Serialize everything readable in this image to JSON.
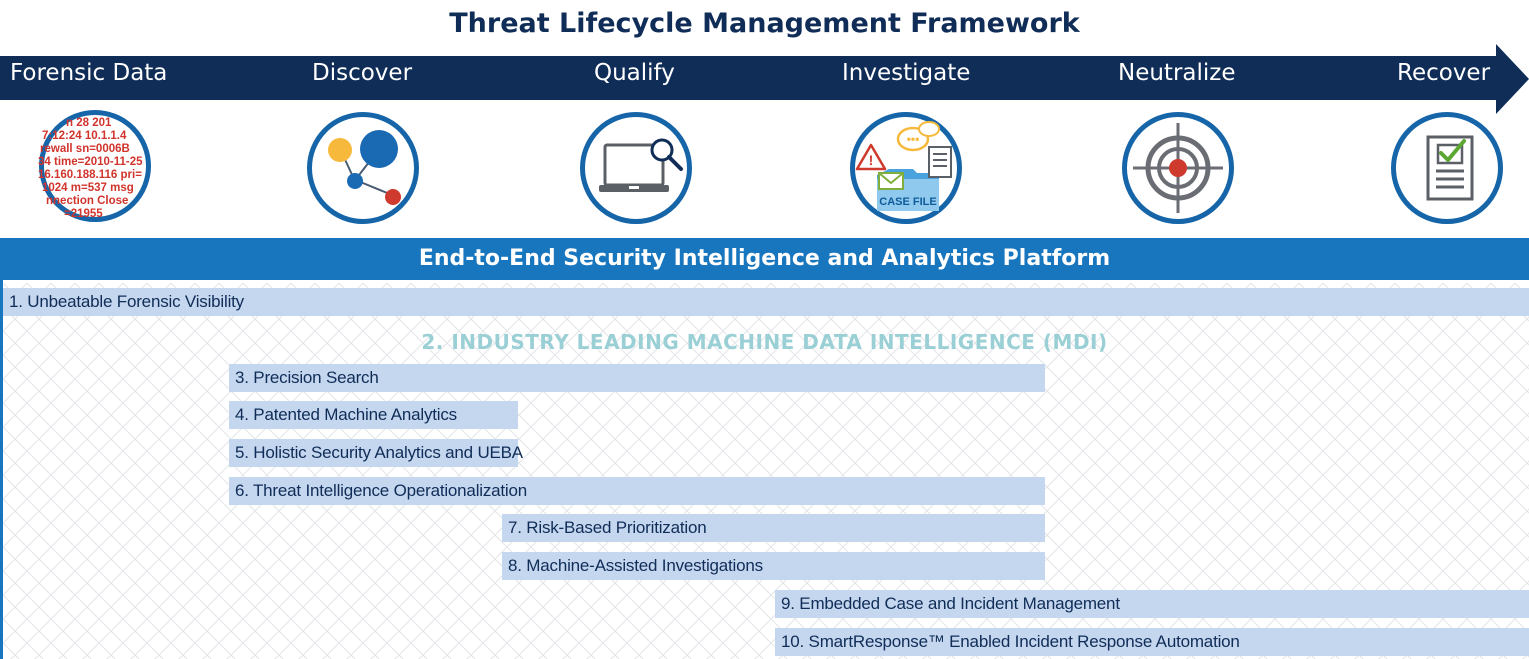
{
  "title": "Threat Lifecycle Management Framework",
  "stages": [
    {
      "label": "Forensic Data",
      "icon": "log-data-icon"
    },
    {
      "label": "Discover",
      "icon": "network-nodes-icon"
    },
    {
      "label": "Qualify",
      "icon": "laptop-search-icon"
    },
    {
      "label": "Investigate",
      "icon": "case-file-icon"
    },
    {
      "label": "Neutralize",
      "icon": "target-icon"
    },
    {
      "label": "Recover",
      "icon": "checklist-icon"
    }
  ],
  "forensic_log_lines": [
    "n 28 201",
    "7:12:24 10.1.1.4",
    "rewall sn=0006B",
    "34 time=2010-11-25",
    "16.160.188.116 pri=",
    "1024 m=537 msg",
    "nnection Close",
    "=21955"
  ],
  "case_file_label": "CASE FILE",
  "platform": {
    "header": "End-to-End Security Intelligence and Analytics Platform",
    "mdi": "2. INDUSTRY LEADING MACHINE DATA INTELLIGENCE (MDI)",
    "capabilities": [
      {
        "label": "1. Unbeatable Forensic Visibility",
        "span": "Forensic Data – Recover"
      },
      {
        "label": "3. Precision Search",
        "span": "Discover – Investigate"
      },
      {
        "label": "4. Patented Machine Analytics",
        "span": "Discover"
      },
      {
        "label": "5. Holistic Security Analytics and UEBA",
        "span": "Discover"
      },
      {
        "label": "6. Threat Intelligence Operationalization",
        "span": "Discover – Investigate"
      },
      {
        "label": "7. Risk-Based Prioritization",
        "span": "Qualify – Investigate"
      },
      {
        "label": "8. Machine-Assisted Investigations",
        "span": "Qualify – Investigate"
      },
      {
        "label": "9. Embedded Case and Incident Management",
        "span": "Investigate – Recover"
      },
      {
        "label": "10. SmartResponse™ Enabled Incident Response Automation",
        "span": "Investigate – Recover"
      }
    ]
  },
  "colors": {
    "navy": "#0f2d57",
    "blue": "#1876be",
    "bar": "#c5d6ef",
    "mdi_text": "#9ad0d5",
    "alert_red": "#d0342c"
  }
}
